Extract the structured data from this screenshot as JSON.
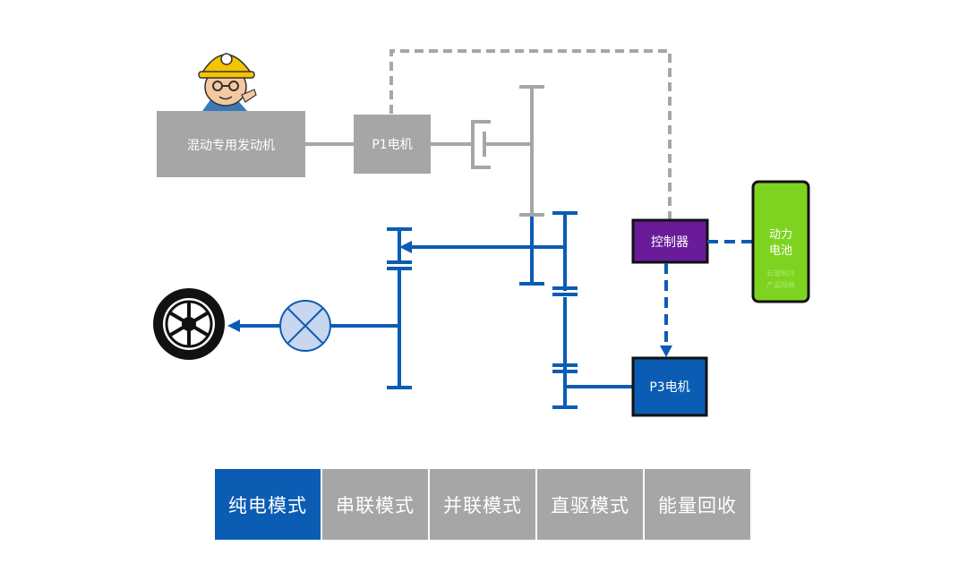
{
  "components": {
    "engine": "混动专用发动机",
    "p1_motor": "P1电机",
    "controller": "控制器",
    "p3_motor": "P3电机",
    "battery_line1": "动力",
    "battery_line2": "电池",
    "battery_sub1": "云端制冷",
    "battery_sub2": "产品网格"
  },
  "modes": [
    {
      "label": "纯电模式",
      "active": true
    },
    {
      "label": "串联模式",
      "active": false
    },
    {
      "label": "并联模式",
      "active": false
    },
    {
      "label": "直驱模式",
      "active": false
    },
    {
      "label": "能量回收",
      "active": false
    }
  ],
  "colors": {
    "active_blue": "#0b5cb3",
    "inactive_gray": "#a6a6a6",
    "controller_purple": "#6a1b9a",
    "battery_green": "#7ed321",
    "motor_blue": "#0b5cb3"
  },
  "icons": [
    "worker-mascot-icon",
    "wheel-icon",
    "differential-icon"
  ]
}
